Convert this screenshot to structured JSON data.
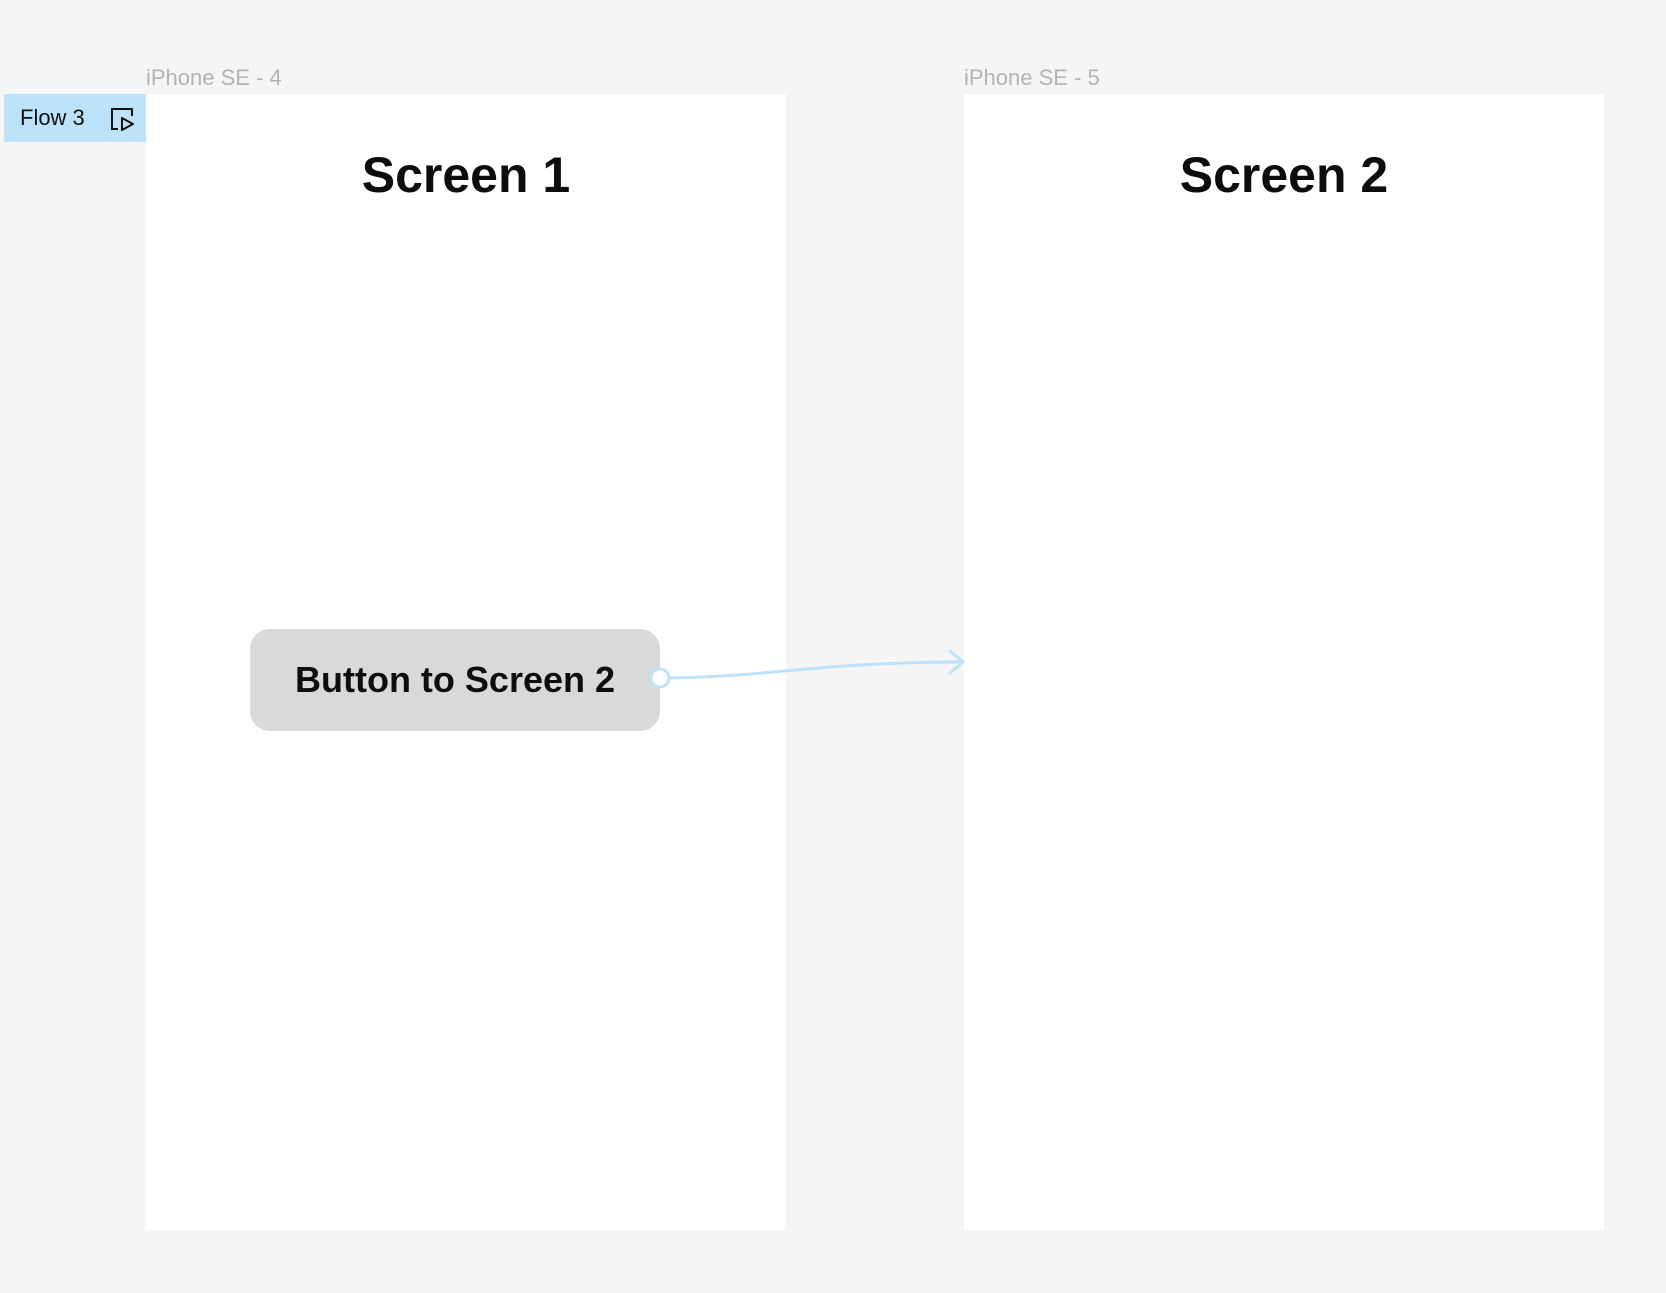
{
  "canvas": {
    "background": "#f5f5f5"
  },
  "frames": [
    {
      "label": "iPhone SE - 4",
      "title": "Screen 1"
    },
    {
      "label": "iPhone SE - 5",
      "title": "Screen 2"
    }
  ],
  "flow": {
    "label": "Flow 3",
    "tag_color": "#bde3fb",
    "icon": "present-flow-icon"
  },
  "button": {
    "label": "Button to Screen 2",
    "fill": "#d9d9d9"
  },
  "connection": {
    "from": "Button to Screen 2",
    "to": "iPhone SE - 5",
    "color": "#bde3fb"
  }
}
